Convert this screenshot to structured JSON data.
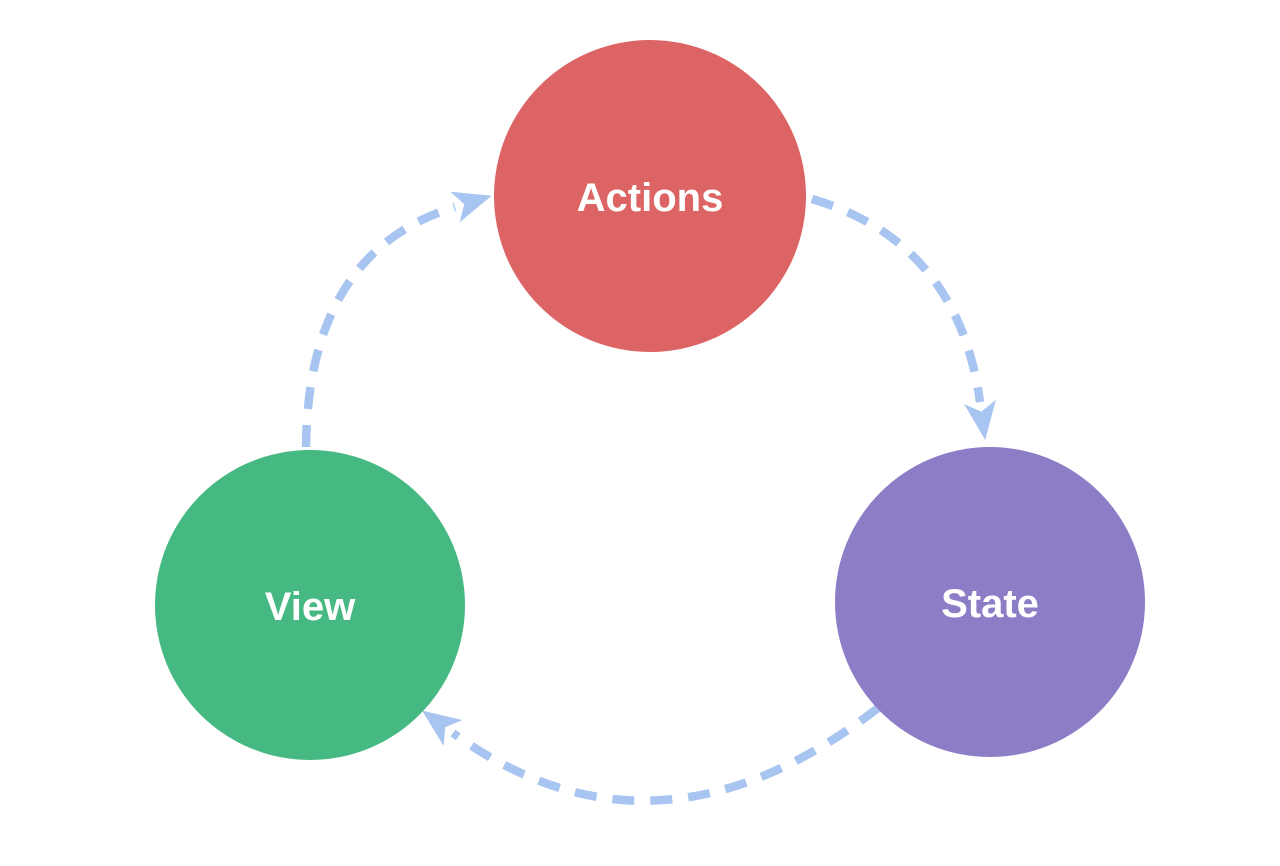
{
  "diagram": {
    "background_color": "#ffffff",
    "label_color": "#ffffff",
    "arrow_color": "#a8c4f0",
    "arrow_style": "dashed",
    "flow_direction": "clockwise-cycle",
    "nodes": [
      {
        "id": "actions",
        "label": "Actions",
        "color": "#dc6464",
        "position": "top-center"
      },
      {
        "id": "state",
        "label": "State",
        "color": "#8c7dc6",
        "position": "bottom-right"
      },
      {
        "id": "view",
        "label": "View",
        "color": "#45b981",
        "position": "bottom-left"
      }
    ],
    "edges": [
      {
        "from": "actions",
        "to": "state"
      },
      {
        "from": "state",
        "to": "view"
      },
      {
        "from": "view",
        "to": "actions"
      }
    ]
  }
}
